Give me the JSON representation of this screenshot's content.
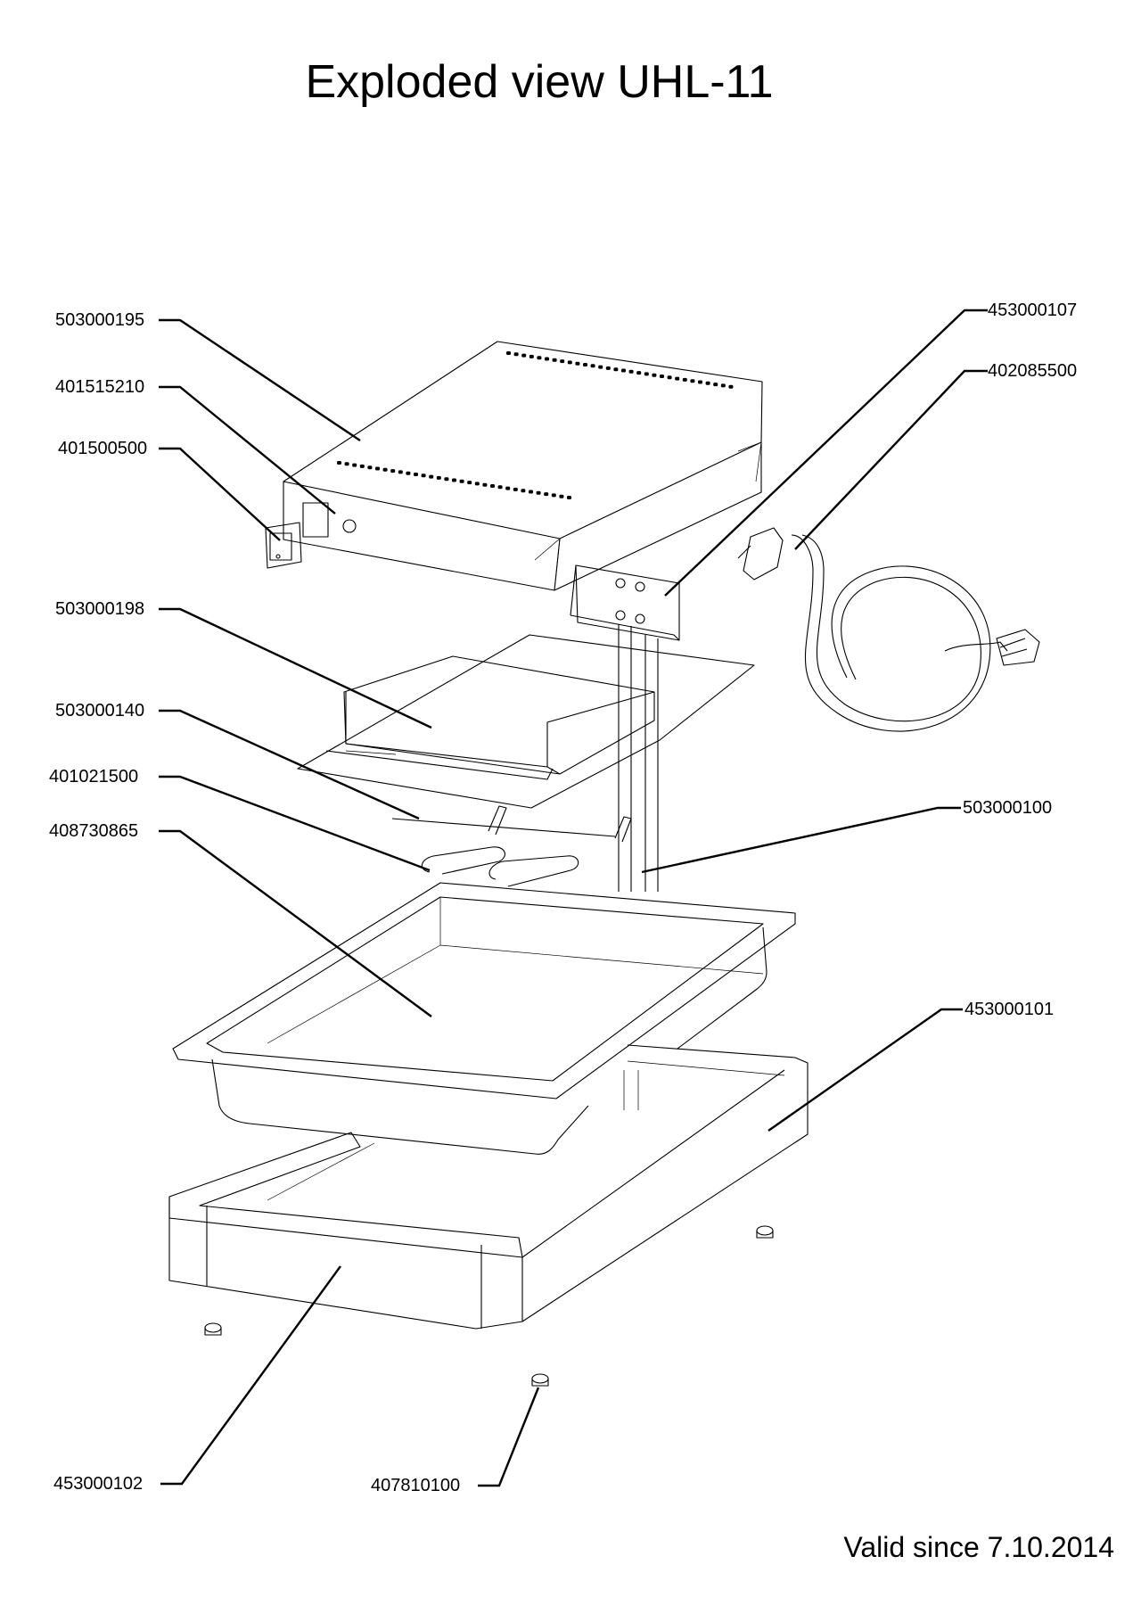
{
  "title": "Exploded view UHL-11",
  "footer": "Valid since 7.10.2014",
  "part_numbers": {
    "housing_top": "503000195",
    "switch_a": "401515210",
    "switch_b": "401500500",
    "heating_unit": "503000198",
    "sensor": "503000140",
    "heating_element": "401021500",
    "gn_pan": "408730865",
    "bracket": "453000107",
    "power_cord": "402085500",
    "column": "503000100",
    "base_frame": "453000101",
    "base_tray": "453000102",
    "foot": "407810100"
  }
}
